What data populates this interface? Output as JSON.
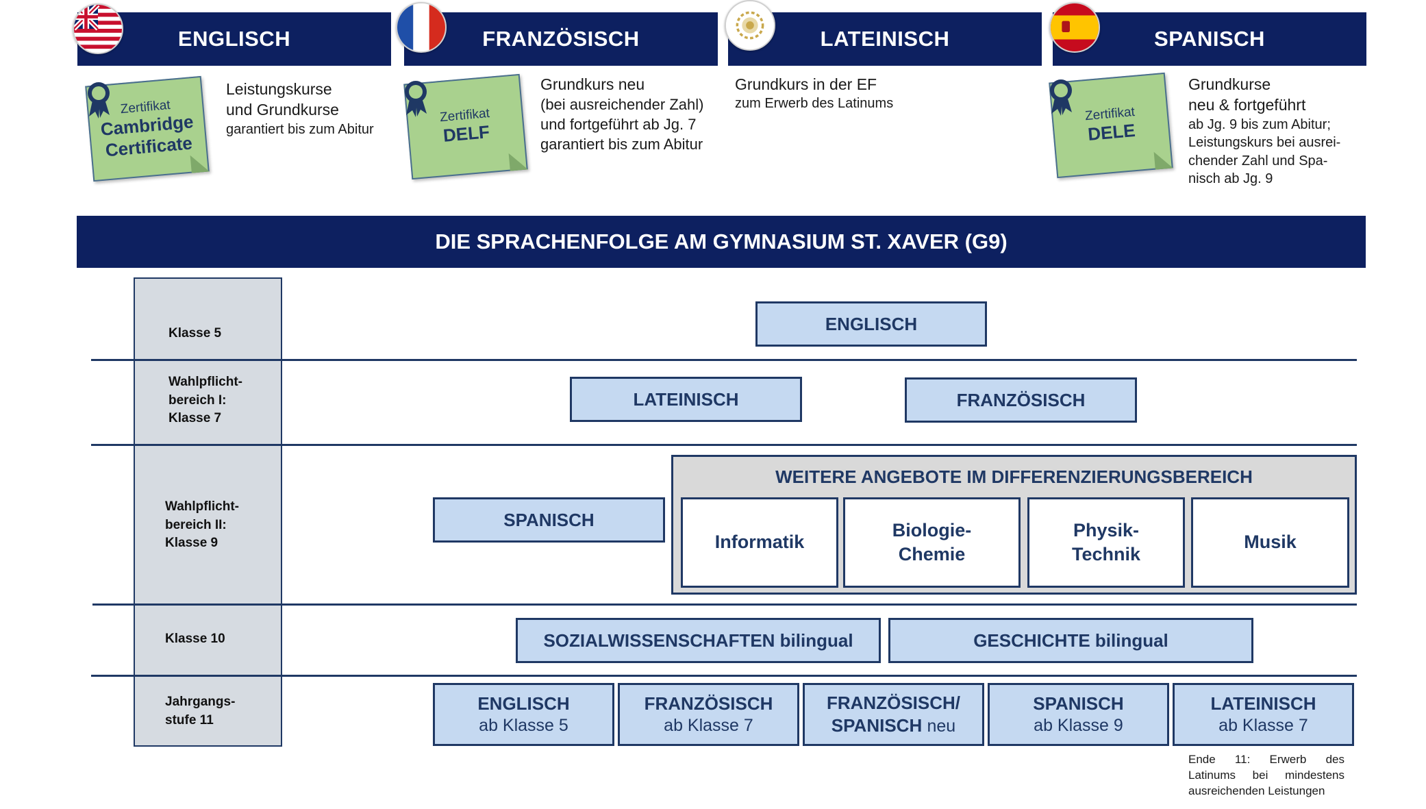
{
  "languages": [
    {
      "name": "ENGLISCH",
      "flag": "uk-flag-icon"
    },
    {
      "name": "FRANZÖSISCH",
      "flag": "france-flag-icon"
    },
    {
      "name": "LATEINISCH",
      "flag": "laurel-wreath-icon"
    },
    {
      "name": "SPANISCH",
      "flag": "spain-flag-icon"
    }
  ],
  "certificates": {
    "english": {
      "label": "Zertifikat",
      "name_line1": "Cambridge",
      "name_line2": "Certificate"
    },
    "french": {
      "label": "Zertifikat",
      "name": "DELF"
    },
    "spanish": {
      "label": "Zertifikat",
      "name": "DELE"
    }
  },
  "info": {
    "english": {
      "l1": "Leistungskurse",
      "l2": "und Grundkurse",
      "l3": "garantiert bis zum Abitur"
    },
    "french": {
      "l1": "Grundkurs neu",
      "l2": "(bei ausreichender Zahl)",
      "l3": "und fortgeführt ab Jg. 7",
      "l4": "garantiert bis zum Abitur"
    },
    "latin": {
      "l1": "Grundkurs in der EF",
      "l2": "zum Erwerb des Latinums"
    },
    "spanish": {
      "l1": "Grundkurse",
      "l2": "neu & fortgeführt",
      "l3": "ab Jg. 9 bis zum Abitur;",
      "l4": "Leistungskurs bei ausrei-",
      "l5": "chender Zahl und Spa-",
      "l6": "nisch ab Jg. 9"
    }
  },
  "title": "DIE SPRACHENFOLGE AM GYMNASIUM ST. XAVER (G9)",
  "grades": {
    "g5": "Klasse 5",
    "wp1": "Wahlpflicht-\nbereich I:\nKlasse 7",
    "wp2": "Wahlpflicht-\nbereich II:\nKlasse 9",
    "g10": "Klasse 10",
    "g11": "Jahrgangs-\nstufe 11"
  },
  "subjects": {
    "k5_english": "ENGLISCH",
    "k7_latin": "LATEINISCH",
    "k7_french": "FRANZÖSISCH",
    "k9_spanish": "SPANISCH",
    "further_title": "WEITERE ANGEBOTE IM DIFFERENZIERUNGSBEREICH",
    "further": [
      "Informatik",
      "Biologie-\nChemie",
      "Physik-\nTechnik",
      "Musik"
    ],
    "k10_social": "SOZIALWISSENSCHAFTEN bilingual",
    "k10_history": "GESCHICHTE bilingual"
  },
  "jg11": [
    {
      "name": "ENGLISCH",
      "sub": "ab Klasse 5"
    },
    {
      "name": "FRANZÖSISCH",
      "sub": "ab Klasse 7"
    },
    {
      "name": "FRANZÖSISCH/",
      "name2": "SPANISCH",
      "sub": "neu"
    },
    {
      "name": "SPANISCH",
      "sub": "ab Klasse 9"
    },
    {
      "name": "LATEINISCH",
      "sub": "ab Klasse 7"
    }
  ],
  "footnote": "Ende 11: Erwerb des Latinums bei mindestens ausreichenden Leistungen",
  "colors": {
    "navy": "#0d2060",
    "box_fill": "#c5d9f1",
    "note_green": "#a9d18e",
    "grade_grey": "#d6dbe1"
  }
}
